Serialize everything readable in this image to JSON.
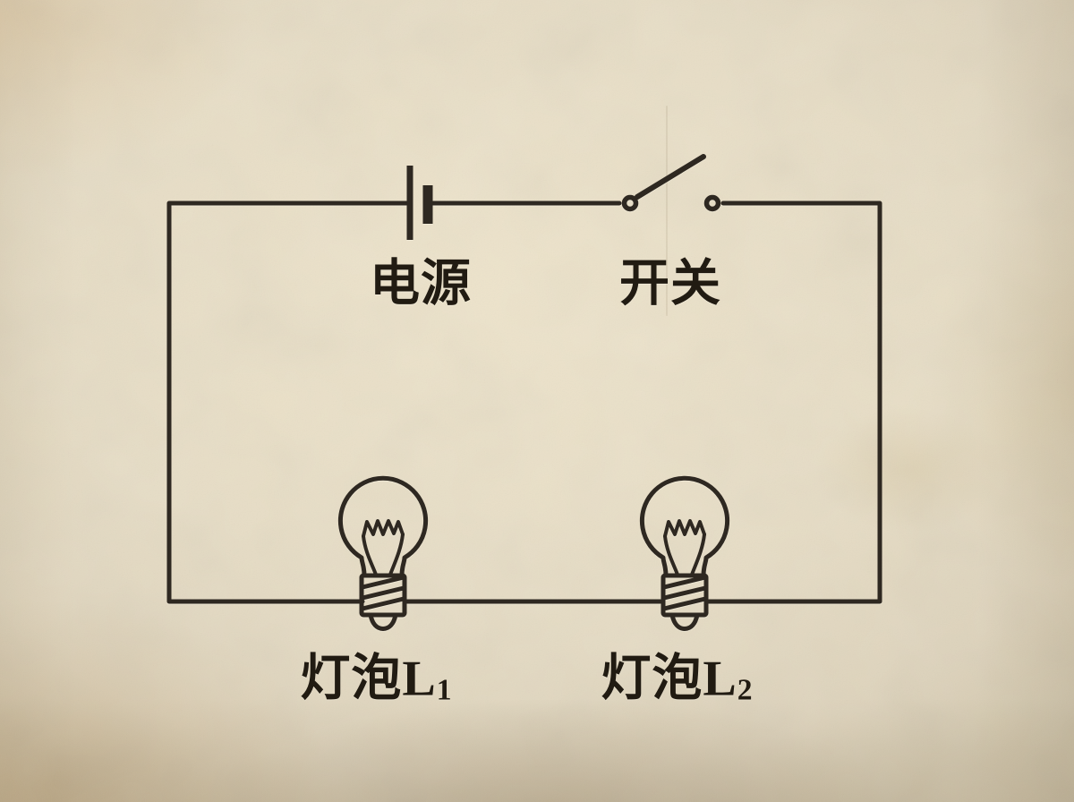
{
  "colors": {
    "paper": "#e7ddc5",
    "ink": "#2e2821",
    "text": "#211b12"
  },
  "diagram": {
    "type": "series-circuit-schematic",
    "components": [
      {
        "id": "battery",
        "icon": "battery-cell-icon",
        "label": "电源"
      },
      {
        "id": "switch",
        "icon": "open-switch-icon",
        "label": "开关",
        "state": "open"
      },
      {
        "id": "bulb-1",
        "icon": "light-bulb-icon",
        "label": "灯泡L",
        "label_sub": "1"
      },
      {
        "id": "bulb-2",
        "icon": "light-bulb-icon",
        "label": "灯泡L",
        "label_sub": "2"
      }
    ]
  }
}
